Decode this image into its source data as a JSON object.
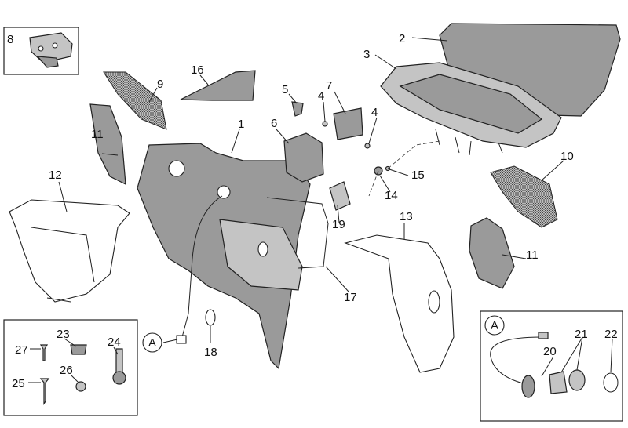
{
  "diagram": {
    "labels": [
      "8",
      "2",
      "3",
      "16",
      "5",
      "7",
      "4",
      "4",
      "9",
      "1",
      "6",
      "11",
      "15",
      "14",
      "10",
      "12",
      "19",
      "13",
      "11",
      "17",
      "18",
      "A",
      "23",
      "27",
      "24",
      "26",
      "25",
      "A",
      "21",
      "22",
      "20"
    ],
    "colors": {
      "part_fill": "#9a9a9a",
      "line": "#222222",
      "background": "#ffffff"
    }
  }
}
